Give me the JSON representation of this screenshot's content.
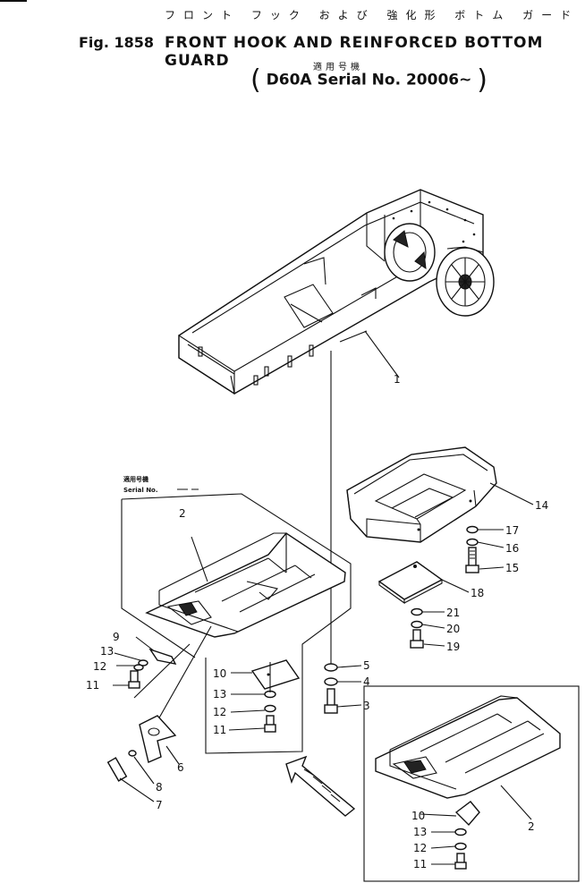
{
  "header": {
    "jp_title": "フロント フック および 強化形 ボトム ガード",
    "fig_no": "Fig. 1858",
    "title": "FRONT HOOK AND REINFORCED BOTTOM GUARD",
    "jp_sub": "適用号機",
    "serial": "D60A Serial No. 20006~"
  },
  "inset_label": {
    "jp": "適用号機",
    "en": "Serial No."
  },
  "callouts": [
    {
      "id": "c1",
      "text": "1"
    },
    {
      "id": "c2a",
      "text": "2"
    },
    {
      "id": "c2b",
      "text": "2"
    },
    {
      "id": "c3",
      "text": "3"
    },
    {
      "id": "c4",
      "text": "4"
    },
    {
      "id": "c5",
      "text": "5"
    },
    {
      "id": "c6",
      "text": "6"
    },
    {
      "id": "c7",
      "text": "7"
    },
    {
      "id": "c8",
      "text": "8"
    },
    {
      "id": "c9",
      "text": "9"
    },
    {
      "id": "c10a",
      "text": "10"
    },
    {
      "id": "c10b",
      "text": "10"
    },
    {
      "id": "c11a",
      "text": "11"
    },
    {
      "id": "c11b",
      "text": "11"
    },
    {
      "id": "c11c",
      "text": "11"
    },
    {
      "id": "c12a",
      "text": "12"
    },
    {
      "id": "c12b",
      "text": "12"
    },
    {
      "id": "c12c",
      "text": "12"
    },
    {
      "id": "c13a",
      "text": "13"
    },
    {
      "id": "c13b",
      "text": "13"
    },
    {
      "id": "c13c",
      "text": "13"
    },
    {
      "id": "c14",
      "text": "14"
    },
    {
      "id": "c15",
      "text": "15"
    },
    {
      "id": "c16",
      "text": "16"
    },
    {
      "id": "c17",
      "text": "17"
    },
    {
      "id": "c18",
      "text": "18"
    },
    {
      "id": "c19",
      "text": "19"
    },
    {
      "id": "c20",
      "text": "20"
    },
    {
      "id": "c21",
      "text": "21"
    }
  ]
}
